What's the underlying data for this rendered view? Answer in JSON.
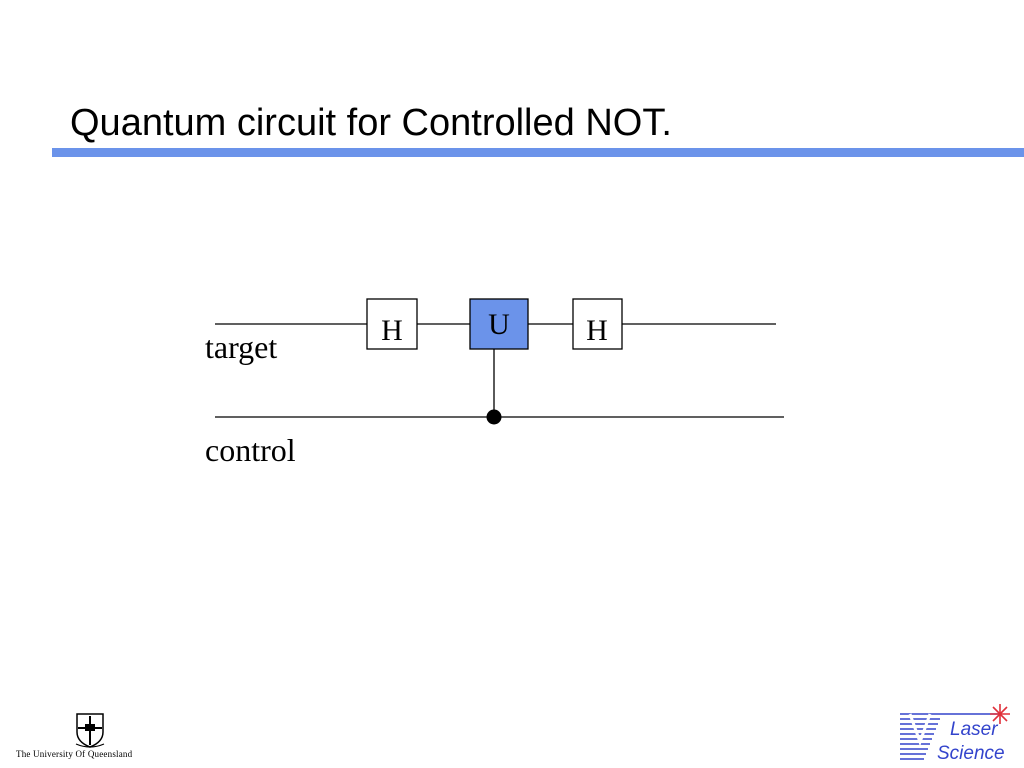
{
  "slide": {
    "title": "Quantum circuit for Controlled NOT.",
    "accent_color": "#6b93ea"
  },
  "circuit": {
    "qubits": [
      {
        "id": "target",
        "label": "target"
      },
      {
        "id": "control",
        "label": "control"
      }
    ],
    "gates": [
      {
        "label": "H",
        "qubit": "target",
        "fill": "#ffffff"
      },
      {
        "label": "U",
        "qubit": "target",
        "control": "control",
        "fill": "#6b93ea"
      },
      {
        "label": "H",
        "qubit": "target",
        "fill": "#ffffff"
      }
    ]
  },
  "footer": {
    "university_name": "The University Of Queensland",
    "university_logo_icon": "uq-crest-icon",
    "lab_logo_icon": "laser-science-logo-icon",
    "lab_name_line1": "Laser",
    "lab_name_line2": "Science",
    "lab_color": "#3344cc"
  }
}
